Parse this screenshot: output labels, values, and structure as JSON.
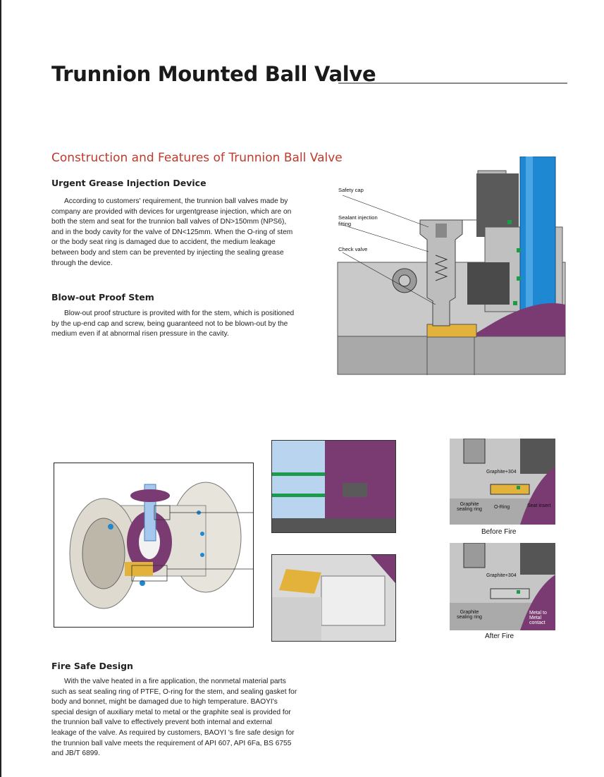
{
  "page": {
    "title": "Trunnion Mounted Ball Valve",
    "section_title": "Construction and Features of Trunnion Ball Valve"
  },
  "grease": {
    "heading": "Urgent Grease Injection Device",
    "text": "According to customers' requirement, the trunnion ball valves made by company are provided with devices for urgentgrease injection, which are on both the stem and seat for the trunnion ball valves of  DN>150mm (NPS6), and in the body cavity for the valve of DN<125mm. When the O-ring of stem or the body seat ring is damaged due to accident, the medium leakage between body and stem can be prevented by injecting the sealing grease through the device."
  },
  "blowout": {
    "heading": "Blow-out Proof Stem",
    "text": "Blow-out proof structure is provited with for the stem, which is positioned by the up-end cap and screw, being guaranteed not to be blown-out by the medium even if at abnormal risen pressure in the cavity."
  },
  "fire": {
    "heading": "Fire Safe Design",
    "text": "With the valve heated in a fire application, the nonmetal material parts such as seat sealing ring of PTFE, O-ring for the stem, and sealing gasket for body and bonnet, might be damaged due to high temperature. BAOYI's special design of auxiliary metal to metal or the graphite seal is provided for the trunnion ball valve to effectively prevent both internal and external leakage of the valve. As required by customers, BAOYI 's fire safe design for the trunnion ball valve meets the requirement of API 607, API 6Fa, BS 6755 and JB/T 6899."
  },
  "injection_diagram": {
    "labels": {
      "safety_cap": "Safety cap",
      "sealant_fitting": "Sealant injection fitting",
      "check_valve": "Check valve"
    }
  },
  "before_fire": {
    "caption": "Before Fire",
    "labels": {
      "graphite304": "Graphite+304",
      "graphite_ring": "Graphite sealing ring",
      "oring": "O-Ring",
      "seat_insert": "Seat insert"
    }
  },
  "after_fire": {
    "caption": "After Fire",
    "labels": {
      "graphite304": "Graphite+304",
      "graphite_ring": "Graphite sealing ring",
      "metal_contact": "Metal to Metal contact"
    }
  },
  "colors": {
    "accent_red": "#c0392b",
    "stem_blue": "#1e88d2",
    "ball_purple": "#7a3a72",
    "seat_yellow": "#e2b23a",
    "seal_green": "#1a9c4a",
    "metal_gray": "#a8a8a8"
  }
}
